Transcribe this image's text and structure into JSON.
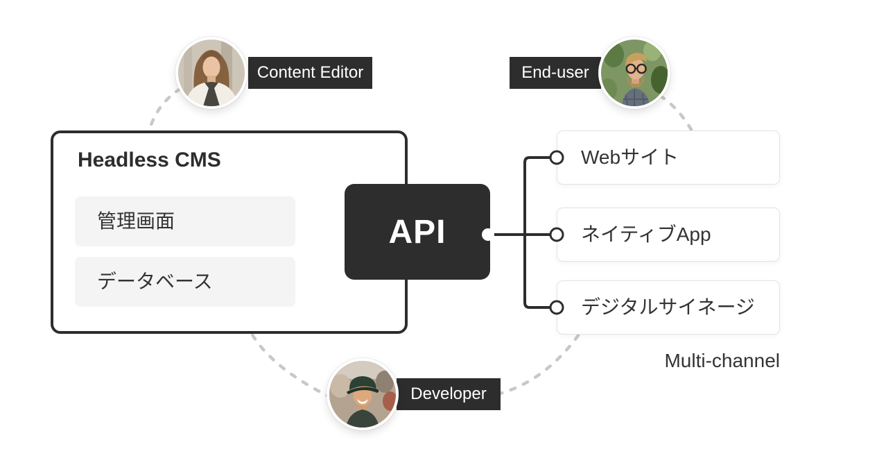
{
  "diagram": {
    "cms": {
      "title": "Headless CMS",
      "items": [
        "管理画面",
        "データベース"
      ]
    },
    "api": {
      "label": "API"
    },
    "channels": [
      "Webサイト",
      "ネイティブApp",
      "デジタルサイネージ"
    ],
    "actors": {
      "content_editor": "Content Editor",
      "end_user": "End-user",
      "developer": "Developer"
    },
    "caption": "Multi-channel",
    "colors": {
      "dark": "#2d2d2d",
      "panel_gray": "#f4f4f4",
      "channel_border": "#e3e3e3",
      "dashed_arc": "#c8c8c8",
      "text": "#333333",
      "white": "#ffffff"
    }
  }
}
